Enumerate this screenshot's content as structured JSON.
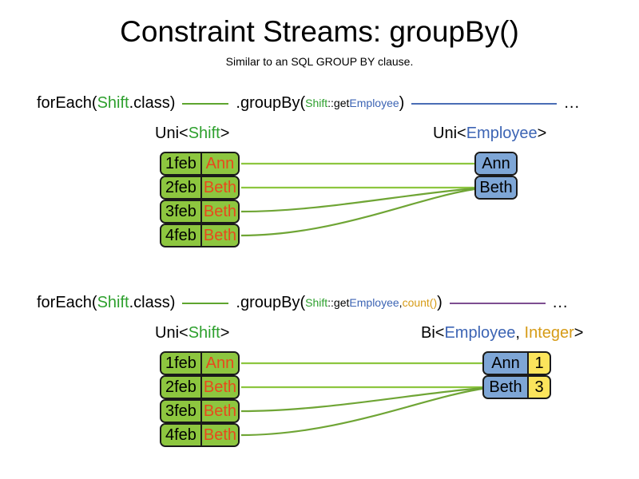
{
  "header": {
    "title": "Constraint Streams: groupBy()",
    "subtitle": "Similar to an SQL GROUP BY clause."
  },
  "sections": [
    {
      "id": "section-1",
      "code": {
        "for_each_prefix": "forEach(",
        "for_each_type": "Shift",
        "for_each_suffix": ".class)",
        "group_by_prefix": ".groupBy(",
        "ref_class": "Shift",
        "ref_method": "::get",
        "ref_property": "Employee",
        "group_by_suffix": ")",
        "ellipsis": "...",
        "connector_1_color": "#5EA52E",
        "connector_2_color": "#4A6DB5"
      },
      "left_label": {
        "prefix": "Uni<",
        "type": "Shift",
        "suffix": ">",
        "type_color": "#2EA02E"
      },
      "right_label": {
        "prefix": "Uni<",
        "type": "Employee",
        "suffix": ">",
        "type_color": "#3C64B4"
      },
      "shifts": [
        {
          "date": "1feb",
          "employee": "Ann"
        },
        {
          "date": "2feb",
          "employee": "Beth"
        },
        {
          "date": "3feb",
          "employee": "Beth"
        },
        {
          "date": "4feb",
          "employee": "Beth"
        }
      ],
      "groups": [
        {
          "employee": "Ann"
        },
        {
          "employee": "Beth"
        }
      ],
      "mapping": [
        0,
        1,
        1,
        1
      ]
    },
    {
      "id": "section-2",
      "code": {
        "for_each_prefix": "forEach(",
        "for_each_type": "Shift",
        "for_each_suffix": ".class)",
        "group_by_prefix": ".groupBy(",
        "ref_class": "Shift",
        "ref_method": "::get",
        "ref_property": "Employee",
        "ref_separator": ", ",
        "collector": "count()",
        "group_by_suffix": ")",
        "ellipsis": "...",
        "connector_1_color": "#5EA52E",
        "connector_2_color": "#7D4E91"
      },
      "left_label": {
        "prefix": "Uni<",
        "type": "Shift",
        "suffix": ">",
        "type_color": "#2EA02E"
      },
      "right_label": {
        "prefix": "Bi<",
        "type": "Employee",
        "separator": ", ",
        "type2": "Integer",
        "suffix": ">",
        "type_color": "#3C64B4",
        "type2_color": "#D69B16"
      },
      "shifts": [
        {
          "date": "1feb",
          "employee": "Ann"
        },
        {
          "date": "2feb",
          "employee": "Beth"
        },
        {
          "date": "3feb",
          "employee": "Beth"
        },
        {
          "date": "4feb",
          "employee": "Beth"
        }
      ],
      "groups": [
        {
          "employee": "Ann",
          "count": "1"
        },
        {
          "employee": "Beth",
          "count": "3"
        }
      ],
      "mapping": [
        0,
        1,
        1,
        1
      ]
    }
  ],
  "colors": {
    "shift_fill": "#8DC63F",
    "shift_border": "#1a1a1a",
    "shift_name_text": "#E8491D",
    "employee_fill": "#7EA6D6",
    "count_fill": "#FBE45C",
    "link_line": "#6FA535",
    "background": "#FFFFFF"
  }
}
